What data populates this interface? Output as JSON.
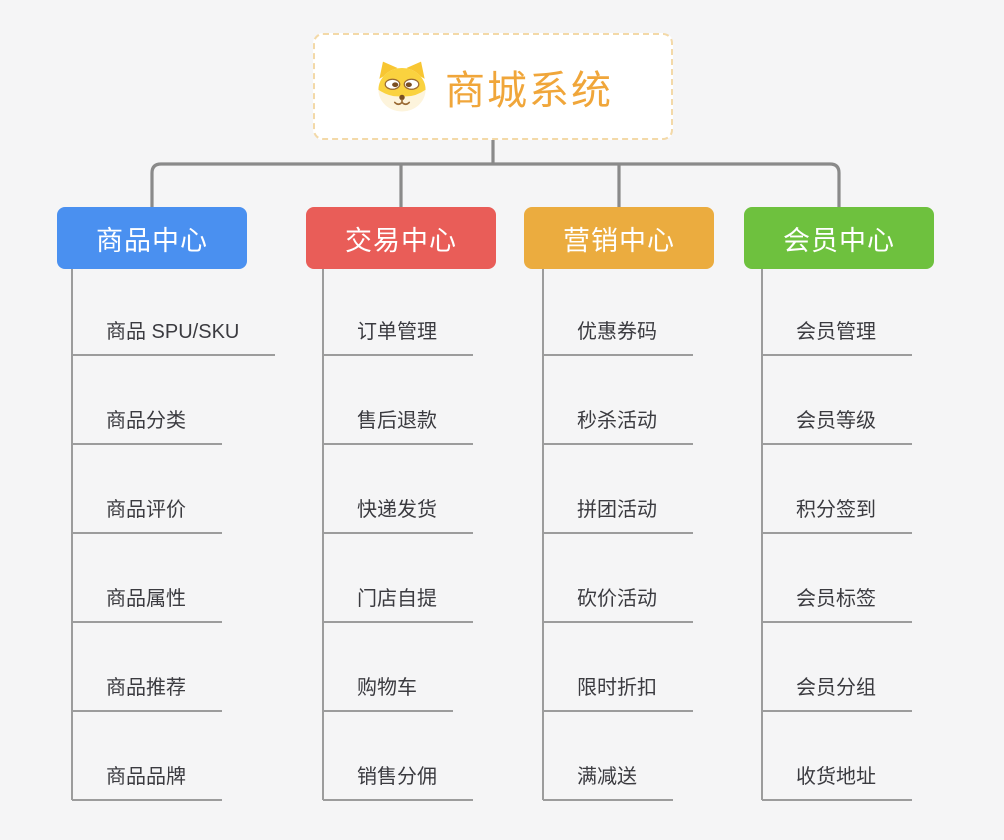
{
  "root": {
    "title": "商城系统",
    "icon": "shiba-dog",
    "title_color": "#F0A63A",
    "border_color": "#F3D9A8"
  },
  "branches": [
    {
      "label": "商品中心",
      "color": "#4A90F0",
      "items": [
        "商品 SPU/SKU",
        "商品分类",
        "商品评价",
        "商品属性",
        "商品推荐",
        "商品品牌"
      ]
    },
    {
      "label": "交易中心",
      "color": "#E95D58",
      "items": [
        "订单管理",
        "售后退款",
        "快递发货",
        "门店自提",
        "购物车",
        "销售分佣"
      ]
    },
    {
      "label": "营销中心",
      "color": "#EBAC3F",
      "items": [
        "优惠券码",
        "秒杀活动",
        "拼团活动",
        "砍价活动",
        "限时折扣",
        "满减送"
      ]
    },
    {
      "label": "会员中心",
      "color": "#6EC13E",
      "items": [
        "会员管理",
        "会员等级",
        "积分签到",
        "会员标签",
        "会员分组",
        "收货地址"
      ]
    }
  ],
  "colors": {
    "background": "#F5F5F6",
    "connector": "#8A8A8A",
    "child_line": "#9C9C9C"
  }
}
